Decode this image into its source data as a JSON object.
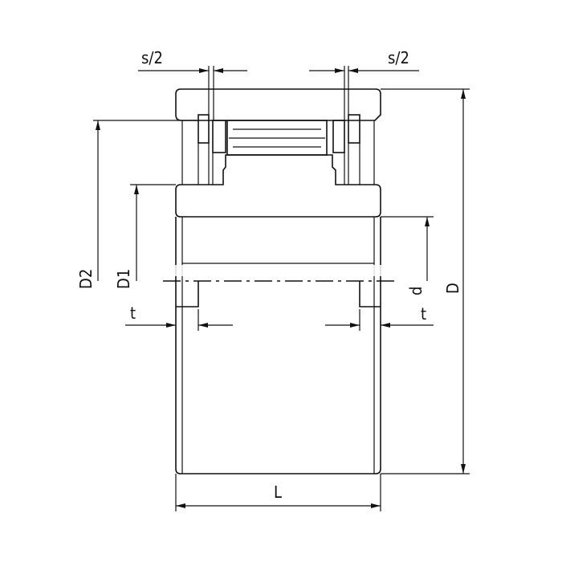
{
  "title": "Needle roller bearing cross-section drawing",
  "labels": {
    "s2_left": "s/2",
    "s2_right": "s/2",
    "D2": "D2",
    "D1": "D1",
    "d": "d",
    "D": "D",
    "t_left": "t",
    "t_right": "t",
    "L": "L"
  },
  "colors": {
    "line": "#111111",
    "background": "#ffffff"
  }
}
